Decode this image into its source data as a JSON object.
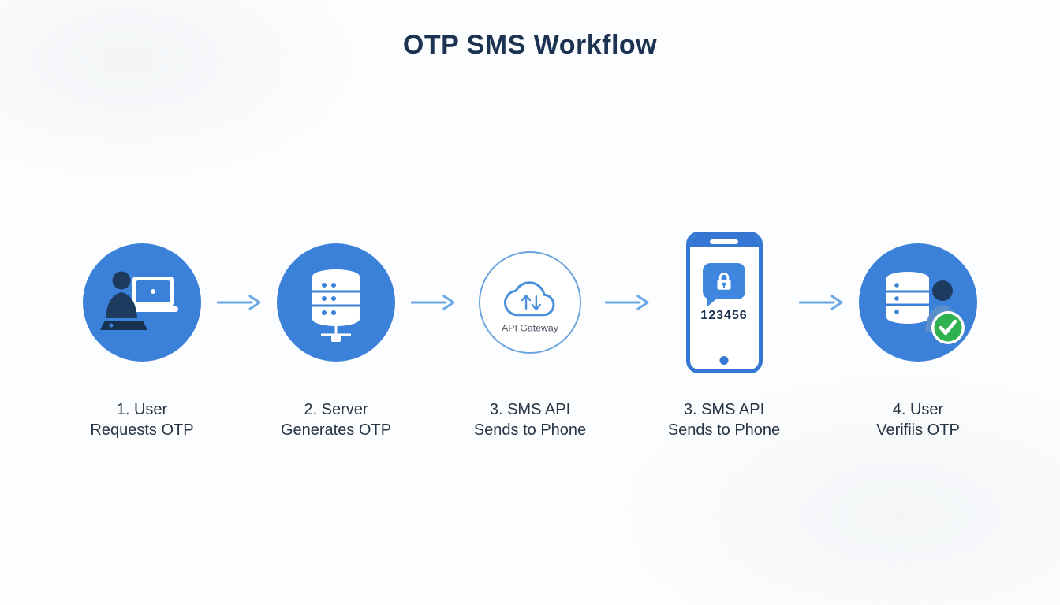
{
  "title": "OTP SMS Workflow",
  "colors": {
    "node_blue": "#3b80d9",
    "arrow_blue": "#6aa8e6",
    "title_color": "#1b3350",
    "label_color": "#263545",
    "check_green": "#2fb14f"
  },
  "steps": [
    {
      "label_line1": "1. User",
      "label_line2": "Requests OTP",
      "icon": "user-laptop-icon"
    },
    {
      "label_line1": "2. Server",
      "label_line2": "Generates OTP",
      "icon": "server-database-icon"
    },
    {
      "label_line1": "3. SMS API",
      "label_line2": "Sends to Phone",
      "icon": "api-gateway-cloud-icon",
      "icon_label": "API Gateway"
    },
    {
      "label_line1": "3. SMS API",
      "label_line2": "Sends to Phone",
      "icon": "phone-otp-icon",
      "otp_code": "123456"
    },
    {
      "label_line1": "4. User",
      "label_line2": "Verifiis OTP",
      "icon": "database-user-check-icon"
    }
  ]
}
